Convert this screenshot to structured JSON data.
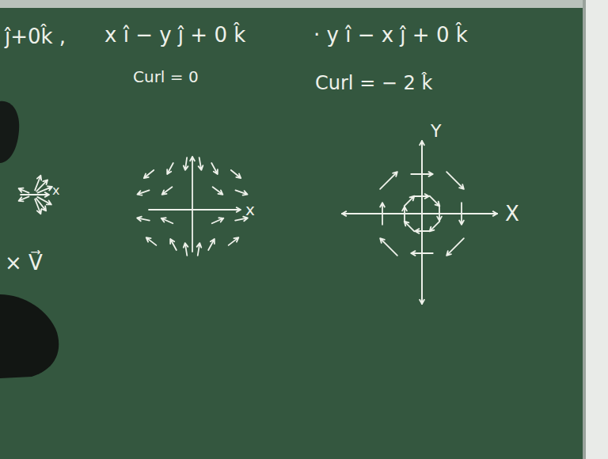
{
  "diagram": {
    "labels": [
      "ĵ+0k̂ ,",
      "x î − y ĵ + 0 k̂",
      "Curl = 0",
      "x",
      "x",
      "· y î − x ĵ + 0 k̂",
      "Curl = − 2 k̂",
      "Y",
      "X",
      "× V⃗"
    ]
  }
}
